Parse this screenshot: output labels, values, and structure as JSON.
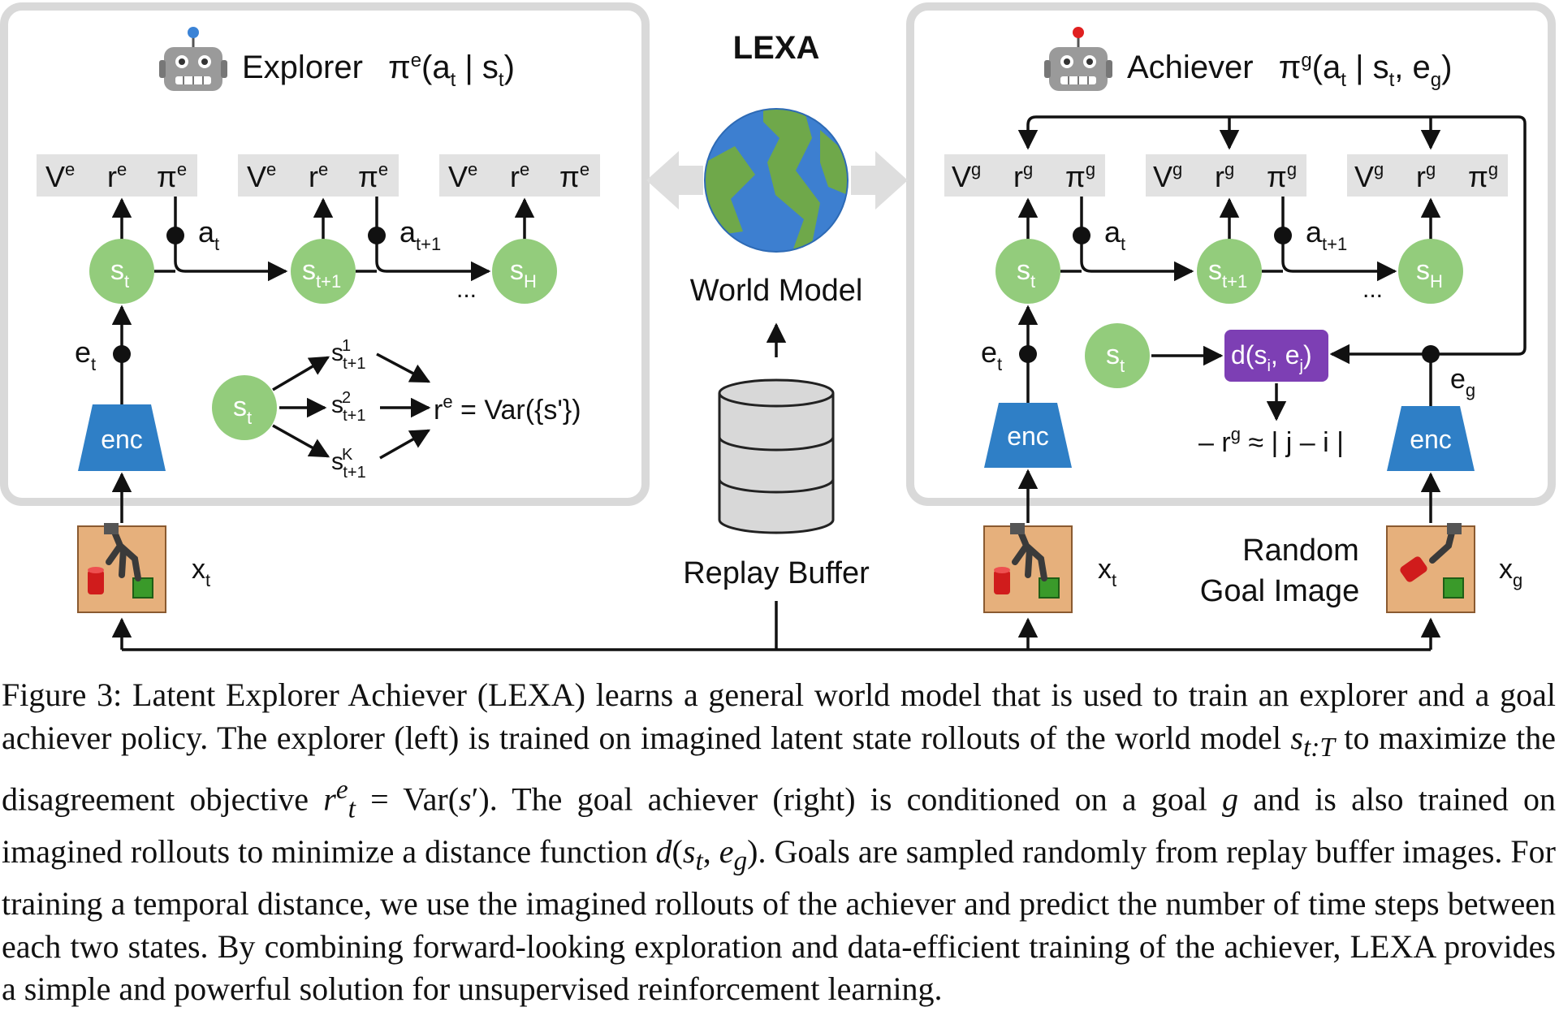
{
  "title": "LEXA",
  "explorer": {
    "name": "Explorer",
    "policy": "π",
    "policy_sup": "e",
    "policy_args": "(a",
    "policy_args_sub": "t",
    "policy_args_rest": " | s",
    "policy_args_sub2": "t",
    "policy_args_end": ")",
    "heads": [
      {
        "v": "V",
        "v_sup": "e",
        "r": "r",
        "r_sup": "e",
        "p": "π",
        "p_sup": "e"
      },
      {
        "v": "V",
        "v_sup": "e",
        "r": "r",
        "r_sup": "e",
        "p": "π",
        "p_sup": "e"
      },
      {
        "v": "V",
        "v_sup": "e",
        "r": "r",
        "r_sup": "e",
        "p": "π",
        "p_sup": "e"
      }
    ],
    "states": [
      {
        "base": "s",
        "sub": "t"
      },
      {
        "base": "s",
        "sub": "t+1"
      },
      {
        "base": "s",
        "sub": "H"
      }
    ],
    "actions": [
      {
        "base": "a",
        "sub": "t"
      },
      {
        "base": "a",
        "sub": "t+1"
      }
    ],
    "embed": {
      "base": "e",
      "sub": "t"
    },
    "encoder": "enc",
    "ellipsis": "...",
    "disagreement": {
      "source": {
        "base": "s",
        "sub": "t"
      },
      "samples": [
        {
          "base": "s",
          "sup": "1",
          "sub": "t+1"
        },
        {
          "base": "s",
          "sup": "2",
          "sub": "t+1"
        },
        {
          "base": "s",
          "sup": "K",
          "sub": "t+1"
        }
      ],
      "reward_base": "r",
      "reward_sup": "e",
      "reward_expr": " = Var({s'})"
    },
    "observation": {
      "base": "x",
      "sub": "t"
    }
  },
  "world_model": {
    "label": "World Model"
  },
  "replay_buffer": {
    "label": "Replay Buffer"
  },
  "achiever": {
    "name": "Achiever",
    "policy": "π",
    "policy_sup": "g",
    "policy_args": "(a",
    "policy_args_sub": "t",
    "policy_args_rest": " | s",
    "policy_args_sub2": "t",
    "policy_args_mid": ", e",
    "policy_args_sub3": "g",
    "policy_args_end": ")",
    "heads": [
      {
        "v": "V",
        "v_sup": "g",
        "r": "r",
        "r_sup": "g",
        "p": "π",
        "p_sup": "g"
      },
      {
        "v": "V",
        "v_sup": "g",
        "r": "r",
        "r_sup": "g",
        "p": "π",
        "p_sup": "g"
      },
      {
        "v": "V",
        "v_sup": "g",
        "r": "r",
        "r_sup": "g",
        "p": "π",
        "p_sup": "g"
      }
    ],
    "states": [
      {
        "base": "s",
        "sub": "t"
      },
      {
        "base": "s",
        "sub": "t+1"
      },
      {
        "base": "s",
        "sub": "H"
      }
    ],
    "actions": [
      {
        "base": "a",
        "sub": "t"
      },
      {
        "base": "a",
        "sub": "t+1"
      }
    ],
    "embed": {
      "base": "e",
      "sub": "t"
    },
    "goal_embed": {
      "base": "e",
      "sub": "g"
    },
    "encoder": "enc",
    "ellipsis": "...",
    "distance": {
      "state": {
        "base": "s",
        "sub": "t"
      },
      "fn": "d(s",
      "fn_sub1": "i",
      "fn_mid": ", e",
      "fn_sub2": "j",
      "fn_end": ")",
      "reward_pre": "– r",
      "reward_sup": "g",
      "reward_post": " ≈ | j – i |"
    },
    "observation": {
      "base": "x",
      "sub": "t"
    },
    "goal_image_line1": "Random",
    "goal_image_line2": "Goal Image",
    "goal_observation": {
      "base": "x",
      "sub": "g"
    }
  },
  "colors": {
    "panel_border": "#d9d9d9",
    "head_box": "#e2e2e2",
    "state_node": "#93cc7c",
    "encoder": "#2f7fc6",
    "distance_box": "#7d3fb4",
    "globe_ocean": "#3d7fd0",
    "globe_land": "#6fa84a",
    "arrow_gray": "#dedede",
    "robot_explorer_antenna": "#3b83d6",
    "robot_achiever_antenna": "#e02020",
    "obs_tile": "#e6b07c"
  },
  "caption": {
    "lead": "Figure 3: Latent Explorer Achiever (LEXA) learns a general world model that is used to train an explorer and a goal achiever policy. The explorer (left) is trained on imagined latent state rollouts of the world model ",
    "m1": "s",
    "m1_sub": "t:T",
    "p2": " to maximize the disagreement objective ",
    "m2": "r",
    "m2_sup": "e",
    "m2_sub": "t",
    "m2_rest": " = Var(",
    "m2_s": "s",
    "m2_end": "′).",
    "p3": " The goal achiever (right) is conditioned on a goal ",
    "m3": "g",
    "p4": " and is also trained on imagined rollouts to minimize a distance function ",
    "m4a": "d",
    "m4b": "(",
    "m4c": "s",
    "m4c_sub": "t",
    "m4d": ", ",
    "m4e": "e",
    "m4e_sub": "g",
    "m4f": ").",
    "p5": " Goals are sampled randomly from replay buffer images. For training a temporal distance, we use the imagined rollouts of the achiever and predict the number of time steps between each two states. By combining forward-looking exploration and data-efficient training of the achiever, LEXA provides a simple and powerful solution for unsupervised reinforcement learning."
  }
}
